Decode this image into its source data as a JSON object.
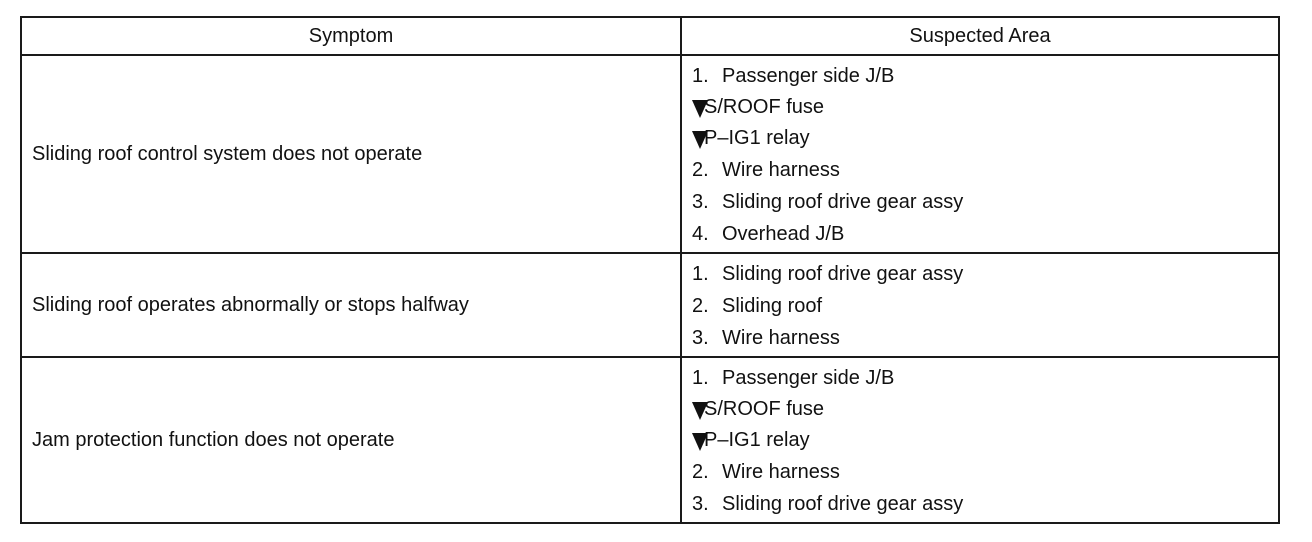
{
  "headers": {
    "symptom": "Symptom",
    "area": "Suspected Area"
  },
  "rows": [
    {
      "symptom": "Sliding roof control system does not operate",
      "items": [
        {
          "num": "1.",
          "text": "Passenger side J/B",
          "sub": false
        },
        {
          "num": "",
          "text": "S/ROOF fuse",
          "sub": true
        },
        {
          "num": "",
          "text": "P–IG1 relay",
          "sub": true
        },
        {
          "num": "2.",
          "text": "Wire harness",
          "sub": false
        },
        {
          "num": "3.",
          "text": "Sliding roof drive gear assy",
          "sub": false
        },
        {
          "num": "4.",
          "text": "Overhead J/B",
          "sub": false
        }
      ]
    },
    {
      "symptom": "Sliding roof operates abnormally or stops halfway",
      "items": [
        {
          "num": "1.",
          "text": "Sliding roof drive gear assy",
          "sub": false
        },
        {
          "num": "2.",
          "text": "Sliding roof",
          "sub": false
        },
        {
          "num": "3.",
          "text": "Wire harness",
          "sub": false
        }
      ]
    },
    {
      "symptom": "Jam protection function does not operate",
      "items": [
        {
          "num": "1.",
          "text": "Passenger side J/B",
          "sub": false
        },
        {
          "num": "",
          "text": "S/ROOF fuse",
          "sub": true
        },
        {
          "num": "",
          "text": "P–IG1 relay",
          "sub": true
        },
        {
          "num": "2.",
          "text": "Wire harness",
          "sub": false
        },
        {
          "num": "3.",
          "text": "Sliding roof drive gear assy",
          "sub": false
        }
      ]
    }
  ]
}
